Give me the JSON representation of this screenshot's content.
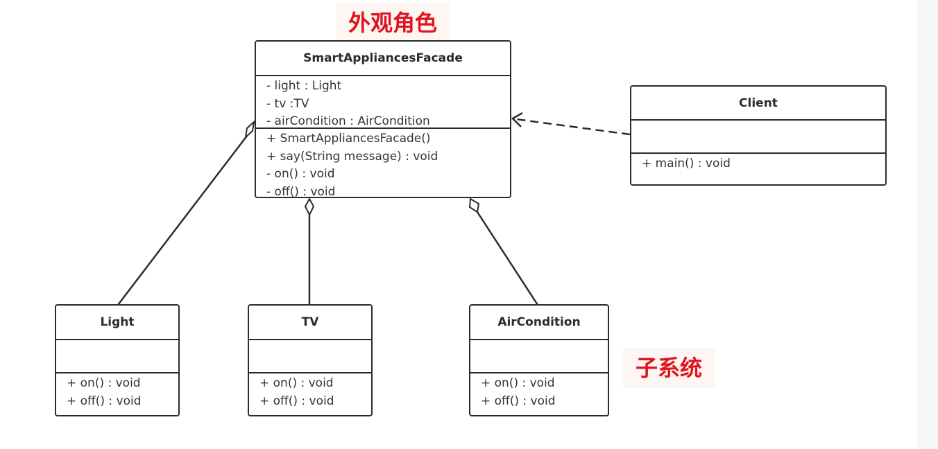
{
  "notes": {
    "facade_role": "外观角色",
    "subsystem": "子系统"
  },
  "classes": {
    "facade": {
      "name": "SmartAppliancesFacade",
      "attributes": [
        "- light : Light",
        "- tv :TV",
        "- airCondition : AirCondition"
      ],
      "operations": [
        "+ SmartAppliancesFacade()",
        "+ say(String message) : void",
        "- on() : void",
        "- off() : void"
      ]
    },
    "client": {
      "name": "Client",
      "attributes": [],
      "operations": [
        "+ main() : void"
      ]
    },
    "light": {
      "name": "Light",
      "attributes": [],
      "operations": [
        "+ on() : void",
        "+ off() : void"
      ]
    },
    "tv": {
      "name": "TV",
      "attributes": [],
      "operations": [
        "+ on() : void",
        "+ off() : void"
      ]
    },
    "aircondition": {
      "name": "AirCondition",
      "attributes": [],
      "operations": [
        "+ on() : void",
        "+ off() : void"
      ]
    }
  },
  "colors": {
    "note_text": "#e0141e",
    "highlight_ellipse": "#e8a0b8",
    "line": "#2b2b2b"
  }
}
